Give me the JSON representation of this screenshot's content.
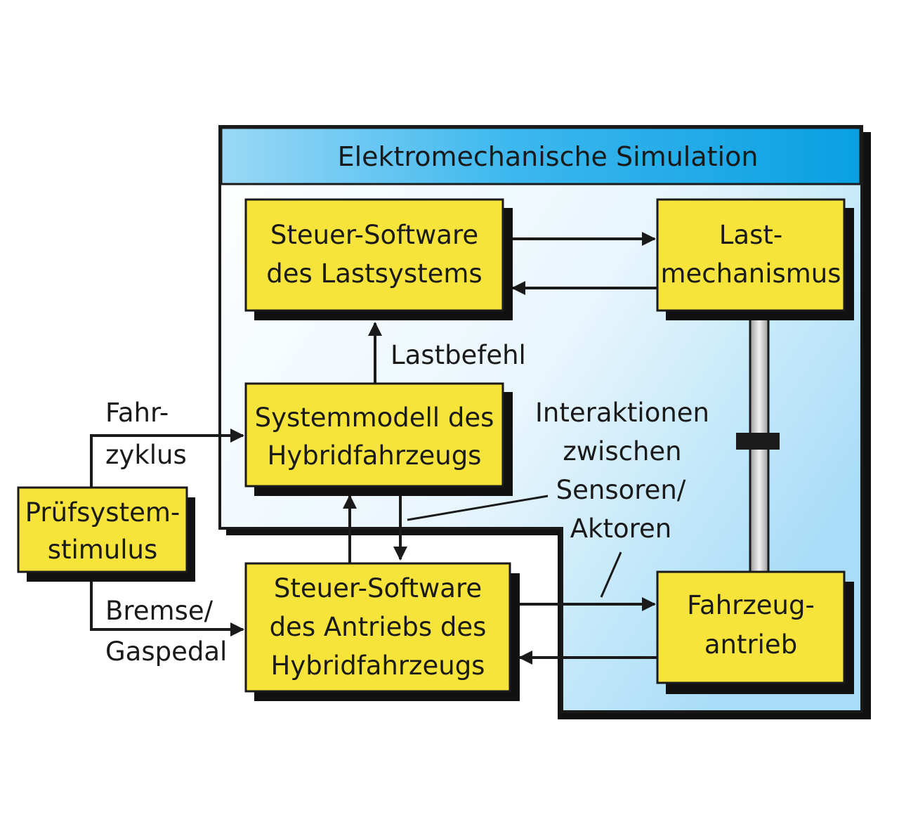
{
  "diagram": {
    "title": "Elektromechanische Simulation",
    "boxes": {
      "steuer_last": [
        "Steuer-Software",
        "des Lastsystems"
      ],
      "lastmechanismus": [
        "Last-",
        "mechanismus"
      ],
      "systemmodell": [
        "Systemmodell des",
        "Hybridfahrzeugs"
      ],
      "pruefsystem": [
        "Prüfsystem-",
        "stimulus"
      ],
      "steuer_antrieb": [
        "Steuer-Software",
        "des Antriebs des",
        "Hybridfahrzeugs"
      ],
      "fahrzeugantrieb": [
        "Fahrzeug-",
        "antrieb"
      ]
    },
    "labels": {
      "lastbefehl": "Lastbefehl",
      "fahrzyklus": [
        "Fahr-",
        "zyklus"
      ],
      "bremse": [
        "Bremse/",
        "Gaspedal"
      ],
      "interaktionen": [
        "Interaktionen",
        "zwischen",
        "Sensoren/",
        "Aktoren"
      ]
    },
    "colors": {
      "box_fill": "#f6e43b",
      "panel_top": "#2fb4ec",
      "panel_light": "#e6f5fd",
      "outline": "#1a1a1a"
    }
  }
}
